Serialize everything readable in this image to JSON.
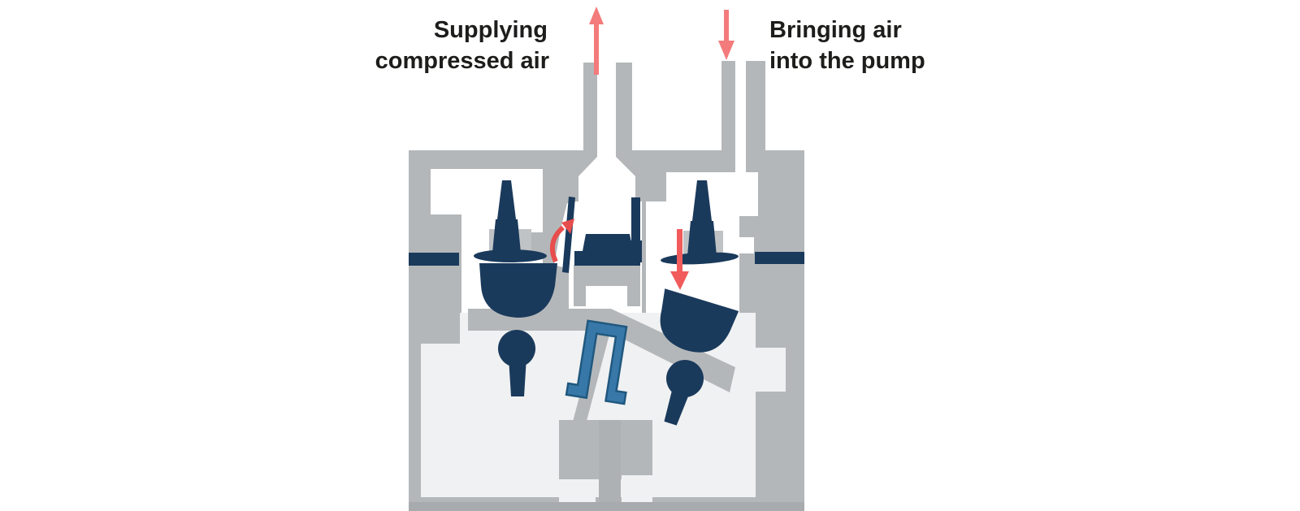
{
  "labels": {
    "supply_line1": "Supplying",
    "supply_line2": "compressed air",
    "intake_line1": "Bringing air",
    "intake_line2": "into the pump"
  },
  "colors": {
    "housing_gray": "#b4b7b9",
    "interior_light": "#f0f1f2",
    "cavity_white": "#ffffff",
    "valve_navy": "#1a3a5c",
    "clip_blue": "#3878a8",
    "arrow_salmon": "#f47b7b",
    "arrow_red": "#e84d4d",
    "text_color": "#1d1d1b"
  },
  "icons": {
    "up_arrow": "upward-flow-arrow",
    "down_arrow": "downward-flow-arrow",
    "curved_arrow": "internal-curved-flow-arrow",
    "chamber_arrow": "internal-down-flow-arrow"
  }
}
